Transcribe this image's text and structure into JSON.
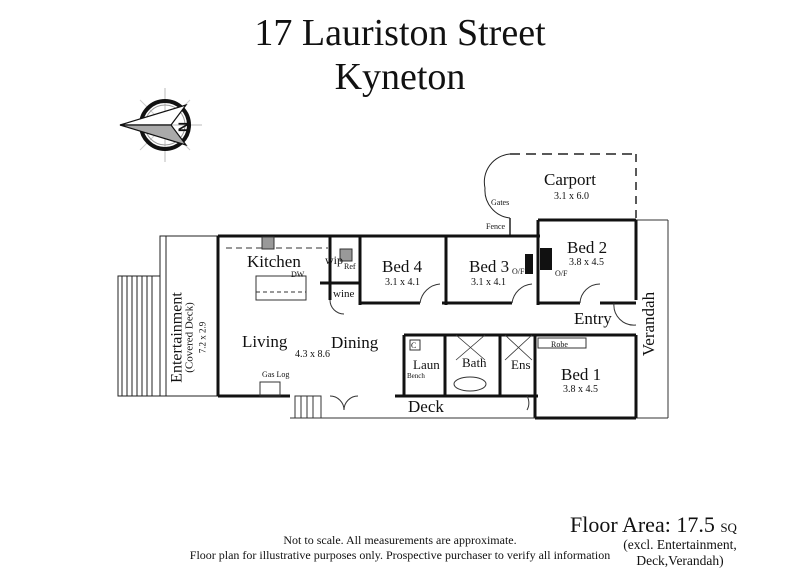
{
  "header": {
    "address_line1": "17 Lauriston Street",
    "address_line2": "Kyneton"
  },
  "compass": {
    "icon": "north-arrow-compass",
    "label": "N"
  },
  "rooms": {
    "carport": {
      "name": "Carport",
      "dims": "3.1 x 6.0"
    },
    "gates": {
      "name": "Gates"
    },
    "fence": {
      "name": "Fence"
    },
    "kitchen": {
      "name": "Kitchen",
      "dw": "DW"
    },
    "wip": {
      "name": "wip",
      "ref": "Ref"
    },
    "wine": {
      "name": "wine"
    },
    "bed4": {
      "name": "Bed 4",
      "dims": "3.1 x 4.1"
    },
    "bed3": {
      "name": "Bed 3",
      "dims": "3.1 x 4.1"
    },
    "bed2": {
      "name": "Bed 2",
      "dims": "3.8 x 4.5"
    },
    "of_left": {
      "name": "O/F"
    },
    "of_right": {
      "name": "O/F"
    },
    "entertainment": {
      "name": "Entertainment",
      "sub": "(Covered Deck)",
      "dims": "7.2 x 2.9"
    },
    "living": {
      "name": "Living",
      "dims": "4.3 x 8.6"
    },
    "dining": {
      "name": "Dining"
    },
    "gas_log": {
      "name": "Gas Log"
    },
    "laundry": {
      "name": "Laun",
      "bench": "Bench",
      "c": "C"
    },
    "bath": {
      "name": "Bath"
    },
    "ensuite": {
      "name": "Ens"
    },
    "robe": {
      "name": "Robe"
    },
    "entry": {
      "name": "Entry"
    },
    "bed1": {
      "name": "Bed 1",
      "dims": "3.8 x 4.5"
    },
    "deck": {
      "name": "Deck"
    },
    "verandah": {
      "name": "Verandah"
    }
  },
  "footer": {
    "disclaimer_line1": "Not to scale. All measurements are approximate.",
    "disclaimer_line2": "Floor plan for illustrative purposes only. Prospective purchaser to verify all information",
    "floor_area_label": "Floor Area: 17.5",
    "floor_area_unit": "SQ",
    "exclusions_line1": "(excl. Entertainment,",
    "exclusions_line2": "Deck,Verandah)"
  }
}
